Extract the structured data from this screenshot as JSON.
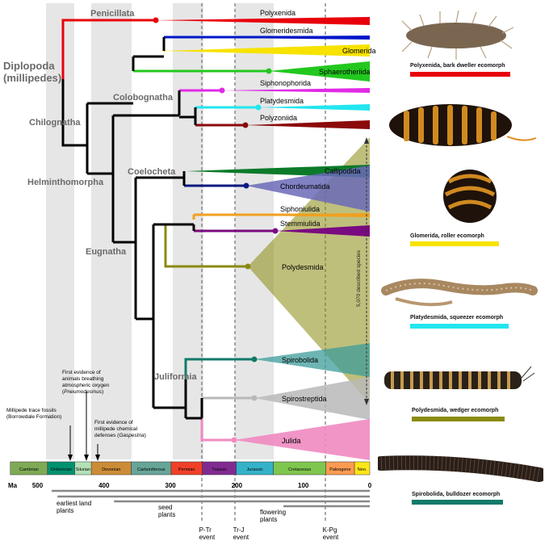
{
  "axis": {
    "unit_label": "Ma",
    "ticks": [
      {
        "label": "500",
        "ma": 500
      },
      {
        "label": "400",
        "ma": 400
      },
      {
        "label": "300",
        "ma": 300
      },
      {
        "label": "200",
        "ma": 200
      },
      {
        "label": "100",
        "ma": 100
      },
      {
        "label": "0",
        "ma": 0
      }
    ]
  },
  "periods": [
    {
      "name": "Cambrian",
      "color": "#7faa55",
      "start": 541,
      "end": 485
    },
    {
      "name": "Ordovician",
      "color": "#009270",
      "start": 485,
      "end": 444
    },
    {
      "name": "Silurian",
      "color": "#b3e1b6",
      "start": 444,
      "end": 419
    },
    {
      "name": "Devonian",
      "color": "#cb8c37",
      "start": 419,
      "end": 359
    },
    {
      "name": "Carboniferous",
      "color": "#67a599",
      "start": 359,
      "end": 299
    },
    {
      "name": "Permian",
      "color": "#f04028",
      "start": 299,
      "end": 252
    },
    {
      "name": "Triassic",
      "color": "#812b92",
      "start": 252,
      "end": 201
    },
    {
      "name": "Jurassic",
      "color": "#34b2c9",
      "start": 201,
      "end": 145
    },
    {
      "name": "Cretaceous",
      "color": "#7fc64e",
      "start": 145,
      "end": 66
    },
    {
      "name": "Paleogene",
      "color": "#fd9a52",
      "start": 66,
      "end": 23
    },
    {
      "name": "Neo.",
      "color": "#ffe619",
      "start": 23,
      "end": 0
    }
  ],
  "clade_labels": [
    {
      "id": "penicillata",
      "text": "Penicillata"
    },
    {
      "id": "diplopoda",
      "text": "Diplopoda\n(millipedes)"
    },
    {
      "id": "chilognatha",
      "text": "Chilognatha"
    },
    {
      "id": "colobognatha",
      "text": "Colobognatha"
    },
    {
      "id": "helminthomorpha",
      "text": "Helminthomorpha"
    },
    {
      "id": "coelocheta",
      "text": "Coelocheta"
    },
    {
      "id": "eugnatha",
      "text": "Eugnatha"
    },
    {
      "id": "juliformia",
      "text": "Juliformia"
    }
  ],
  "taxa": [
    {
      "name": "Polyxenida",
      "color": "#e8000b"
    },
    {
      "name": "Glomeridesmida",
      "color": "#0015c8"
    },
    {
      "name": "Glomerida",
      "color": "#f7e200"
    },
    {
      "name": "Sphaerotheriida",
      "color": "#22c81e"
    },
    {
      "name": "Siphonophorida",
      "color": "#e12ae6"
    },
    {
      "name": "Platydesmida",
      "color": "#22e6f0"
    },
    {
      "name": "Polyzoniida",
      "color": "#8b0a0a"
    },
    {
      "name": "Callipodida",
      "color": "#0d7a2a"
    },
    {
      "name": "Chordeumatida",
      "color": "#7a7ac8"
    },
    {
      "name": "Siphoniulida",
      "color": "#f0a020"
    },
    {
      "name": "Stemmiulida",
      "color": "#7a0a80"
    },
    {
      "name": "Polydesmida",
      "color": "#8a8a10"
    },
    {
      "name": "Spirobolida",
      "color": "#3c9c9a"
    },
    {
      "name": "Spirostreptida",
      "color": "#b8b8b8"
    },
    {
      "name": "Julida",
      "color": "#f08ac0"
    }
  ],
  "annotations": {
    "trace_fossils": "Millipede trace fossils\n(Borrowdale Formation)",
    "breathing": "First evidence of\nanimals breathing\natmospheric oxygen\n(Pneumodesmus)",
    "chemical": "First evidence of\nmillipede chemical\ndefenses (Gaspestria)",
    "species_count": "5,070 described species"
  },
  "events": [
    {
      "label": "P-Tr\nevent",
      "ma": 252
    },
    {
      "label": "Tr-J\nevent",
      "ma": 201
    },
    {
      "label": "K-Pg\nevent",
      "ma": 66
    }
  ],
  "plant_bars": [
    {
      "label": "earliest land\nplants",
      "start": 470
    },
    {
      "label": "seed\nplants",
      "start": 385
    },
    {
      "label": "flowering\nplants",
      "start": 130
    }
  ],
  "ecomorphs": [
    {
      "caption": "Polyxenida, bark dweller ecomorph",
      "color": "#e8000b"
    },
    {
      "caption": "Glomerida, roller ecomorph",
      "color": "#f7e200"
    },
    {
      "caption": "Platydesmida, squeezer ecomorph",
      "color": "#22e6f0"
    },
    {
      "caption": "Polydesmida, wedger ecomorph",
      "color": "#8a8a10"
    },
    {
      "caption": "Spirobolida, bulldozer ecomorph",
      "color": "#127a6a"
    }
  ]
}
